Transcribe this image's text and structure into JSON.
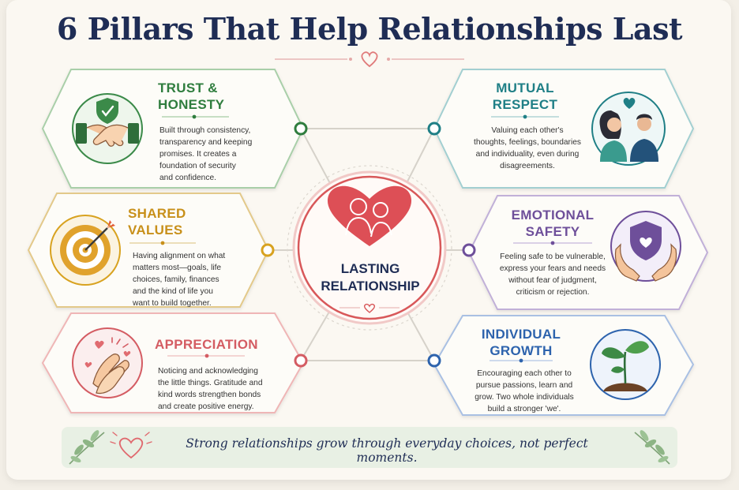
{
  "title": "6 Pillars That Help Relationships Last",
  "center": {
    "line1": "LASTING",
    "line2": "RELATIONSHIP",
    "icon": "heart-couple-icon"
  },
  "pillars": [
    {
      "title1": "TRUST &",
      "title2": "HONESTY",
      "color": "#2f7d3e",
      "icon": "handshake-shield-icon",
      "desc": [
        "Built through consistency,",
        "transparency and keeping",
        "promises. It creates a",
        "foundation of security",
        "and confidence."
      ]
    },
    {
      "title1": "MUTUAL",
      "title2": "RESPECT",
      "color": "#1f7f86",
      "icon": "couple-heart-icon",
      "desc": [
        "Valuing each other's",
        "thoughts, feelings, boundaries",
        "and individuality, even during",
        "disagreements."
      ]
    },
    {
      "title1": "SHARED",
      "title2": "VALUES",
      "color": "#c8901a",
      "icon": "target-arrow-icon",
      "desc": [
        "Having alignment on what",
        "matters most—goals, life",
        "choices, family, finances",
        "and the kind of life you",
        "want to build together."
      ]
    },
    {
      "title1": "EMOTIONAL",
      "title2": "SAFETY",
      "color": "#6e4f9a",
      "icon": "hands-shield-icon",
      "desc": [
        "Feeling safe to be vulnerable,",
        "express your fears and needs",
        "without fear of judgment,",
        "criticism or rejection."
      ]
    },
    {
      "title1": "APPRECIATION",
      "title2": "",
      "color": "#d45c63",
      "icon": "clapping-hands-icon",
      "desc": [
        "Noticing and acknowledging",
        "the little things. Gratitude and",
        "kind words strengthen bonds",
        "and create positive energy."
      ]
    },
    {
      "title1": "INDIVIDUAL",
      "title2": "GROWTH",
      "color": "#2d63ad",
      "icon": "sprout-icon",
      "desc": [
        "Encouraging each other to",
        "pursue passions, learn and",
        "grow. Two whole individuals",
        "build a stronger 'we'."
      ]
    }
  ],
  "banner": "Strong relationships grow through everyday choices, not perfect moments."
}
